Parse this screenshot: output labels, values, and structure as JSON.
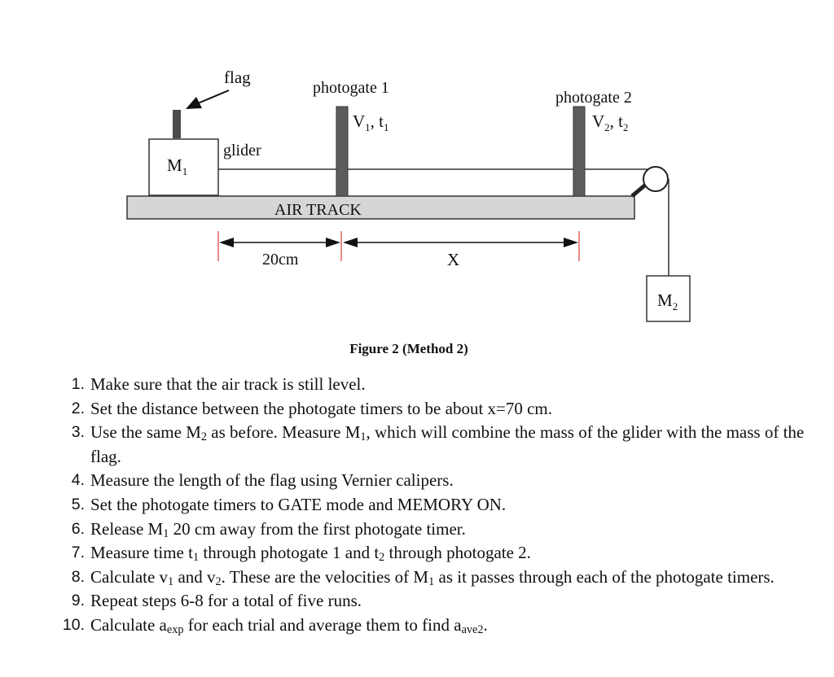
{
  "figure": {
    "flag_label": "flag",
    "glider_label": "glider",
    "m1": {
      "base": "M",
      "sub": "1"
    },
    "photogate1": {
      "label": "photogate 1",
      "v": {
        "base": "V",
        "sub": "1"
      },
      "sep": ", ",
      "t": {
        "base": "t",
        "sub": "1"
      }
    },
    "photogate2": {
      "label": "photogate 2",
      "v": {
        "base": "V",
        "sub": "2"
      },
      "sep": ", ",
      "t": {
        "base": "t",
        "sub": "2"
      }
    },
    "track_label": "AIR TRACK",
    "dist1_label": "20cm",
    "dist2_label": "X",
    "m2": {
      "base": "M",
      "sub": "2"
    },
    "caption": "Figure 2 (Method 2)"
  },
  "steps": [
    {
      "num": "1.",
      "parts": [
        {
          "t": "Make sure that the air track is still level."
        }
      ]
    },
    {
      "num": "2.",
      "parts": [
        {
          "t": "Set the distance between the photogate timers to be about x=70 cm."
        }
      ]
    },
    {
      "num": "3.",
      "parts": [
        {
          "t": "Use the same M"
        },
        {
          "s": "2"
        },
        {
          "t": " as before. Measure M"
        },
        {
          "s": "1"
        },
        {
          "t": ", which will combine the mass of the glider with the mass of the flag."
        }
      ]
    },
    {
      "num": "4.",
      "parts": [
        {
          "t": "Measure the length of the flag using Vernier calipers."
        }
      ]
    },
    {
      "num": "5.",
      "parts": [
        {
          "t": "Set the photogate timers to GATE mode and MEMORY ON."
        }
      ]
    },
    {
      "num": "6.",
      "parts": [
        {
          "t": "Release M"
        },
        {
          "s": "1"
        },
        {
          "t": " 20 cm away from the first photogate timer."
        }
      ]
    },
    {
      "num": "7.",
      "parts": [
        {
          "t": "Measure time t"
        },
        {
          "s": "1"
        },
        {
          "t": " through photogate 1 and t"
        },
        {
          "s": "2"
        },
        {
          "t": " through photogate 2."
        }
      ]
    },
    {
      "num": "8.",
      "parts": [
        {
          "t": "Calculate v"
        },
        {
          "s": "1"
        },
        {
          "t": " and v"
        },
        {
          "s": "2"
        },
        {
          "t": ". These are the velocities of M"
        },
        {
          "s": "1"
        },
        {
          "t": " as it passes through each of the photogate timers."
        }
      ]
    },
    {
      "num": "9.",
      "parts": [
        {
          "t": "Repeat steps 6-8 for a total of five runs."
        }
      ]
    },
    {
      "num": "10.",
      "parts": [
        {
          "t": "Calculate a"
        },
        {
          "s": "exp"
        },
        {
          "t": " for each trial and average them to find a"
        },
        {
          "s": "ave2"
        },
        {
          "t": "."
        }
      ]
    }
  ]
}
